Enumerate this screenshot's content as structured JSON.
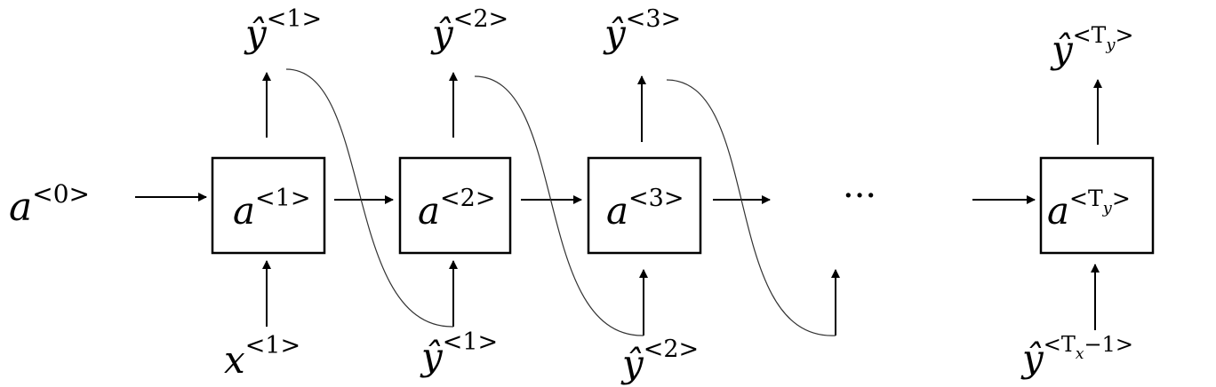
{
  "diagram": {
    "initial_state": {
      "base": "a",
      "superscript": "<0>"
    },
    "cells": [
      {
        "base": "a",
        "superscript": "<1>"
      },
      {
        "base": "a",
        "superscript": "<2>"
      },
      {
        "base": "a",
        "superscript": "<3>"
      },
      {
        "base": "a",
        "superscript": "<T",
        "sub": "y",
        "close": ">"
      }
    ],
    "outputs": [
      {
        "base": "ŷ",
        "superscript": "<1>"
      },
      {
        "base": "ŷ",
        "superscript": "<2>"
      },
      {
        "base": "ŷ",
        "superscript": "<3>"
      },
      {
        "base": "ŷ",
        "superscript": "<T",
        "sub": "y",
        "close": ">"
      }
    ],
    "inputs": [
      {
        "base": "x",
        "superscript": "<1>"
      },
      {
        "base": "ŷ",
        "superscript": "<1>"
      },
      {
        "base": "ŷ",
        "superscript": "<2>"
      },
      {
        "base": "ŷ",
        "superscript": "<T",
        "sub": "x",
        "close": "−1>"
      }
    ],
    "ellipsis": "···"
  }
}
